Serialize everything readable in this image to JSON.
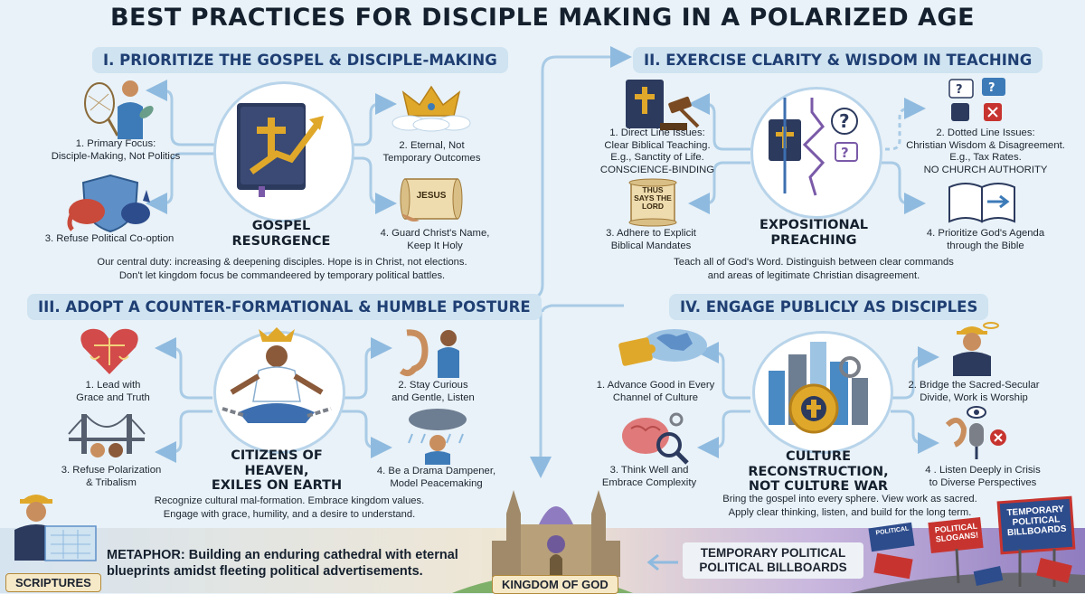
{
  "title": "BEST PRACTICES FOR DISCIPLE MAKING IN A POLARIZED AGE",
  "s1": {
    "heading": "I. PRIORITIZE THE GOSPEL & DISCIPLE-MAKING",
    "center": [
      "GOSPEL",
      "RESURGENCE"
    ],
    "items": [
      [
        "1. Primary Focus:",
        "Disciple-Making, Not Politics"
      ],
      [
        "2. Eternal, Not",
        "Temporary Outcomes"
      ],
      [
        "3. Refuse Political Co-option"
      ],
      [
        "4. Guard Christ's Name,",
        "Keep It Holy"
      ]
    ],
    "summary": [
      "Our central duty: increasing & deepening disciples. Hope is in Christ, not elections.",
      "Don't let kingdom focus be commandeered by temporary political battles."
    ],
    "scroll_text": [
      "JESUS"
    ]
  },
  "s2": {
    "heading": "II. EXERCISE CLARITY & WISDOM IN TEACHING",
    "center": [
      "EXPOSITIONAL",
      "PREACHING"
    ],
    "items": [
      [
        "1. Direct Line Issues:",
        "Clear Biblical Teaching.",
        "E.g., Sanctity of Life.",
        "CONSCIENCE-BINDING"
      ],
      [
        "2. Dotted Line Issues:",
        "Christian Wisdom & Disagreement.",
        "E.g., Tax Rates.",
        "NO CHURCH AUTHORITY"
      ],
      [
        "3. Adhere to Explicit",
        "Biblical Mandates"
      ],
      [
        "4. Prioritize God's Agenda",
        "through the Bible"
      ]
    ],
    "summary": [
      "Teach all of God's Word. Distinguish between clear commands",
      "and areas of legitimate Christian disagreement."
    ],
    "scroll_text": [
      "THUS",
      "SAYS THE",
      "LORD"
    ]
  },
  "s3": {
    "heading": "III. ADOPT A COUNTER-FORMATIONAL & HUMBLE POSTURE",
    "center": [
      "CITIZENS OF HEAVEN,",
      "EXILES ON EARTH"
    ],
    "items": [
      [
        "1. Lead with",
        "Grace and Truth"
      ],
      [
        "2. Stay Curious",
        "and Gentle, Listen"
      ],
      [
        "3. Refuse Polarization",
        "& Tribalism"
      ],
      [
        "4. Be a Drama Dampener,",
        "Model Peacemaking"
      ]
    ],
    "summary": [
      "Recognize cultural mal-formation. Embrace kingdom values.",
      "Engage with grace, humility, and a desire to understand."
    ]
  },
  "s4": {
    "heading": "IV. ENGAGE PUBLICLY AS DISCIPLES",
    "center": [
      "CULTURE RECONSTRUCTION,",
      "NOT CULTURE WAR"
    ],
    "items": [
      [
        "1. Advance Good in Every",
        "Channel of Culture"
      ],
      [
        "2. Bridge the Sacred-Secular",
        "Divide, Work is Worship"
      ],
      [
        "3. Think Well and",
        "Embrace Complexity"
      ],
      [
        "4 . Listen Deeply in Crisis",
        "to Diverse Perspectives"
      ]
    ],
    "summary": [
      "Bring the gospel into every sphere. View work as sacred.",
      "Apply clear thinking, listen, and build for the long term."
    ]
  },
  "footer": {
    "metaphor": [
      "METAPHOR: Building an enduring cathedral with eternal",
      "blueprints amidst fleeting political advertisements."
    ],
    "scriptures": "SCRIPTURES",
    "kingdom": "KINGDOM OF GOD",
    "billboard_banner": [
      "TEMPORARY POLITICAL",
      "POLITICAL BILLBOARDS"
    ],
    "signs": [
      "POLITICAL",
      "POLITICAL",
      "SLOGANS!",
      "TEMPORARY",
      "POLITICAL",
      "BILLBOARDS"
    ]
  },
  "colors": {
    "heading_bg": "#cfe3f1",
    "heading_text": "#1f3f73",
    "arrow": "#a9cbe6",
    "gold": "#e0a82a",
    "navy": "#25345a",
    "purple": "#7a5aa8",
    "red_sign": "#c7342f"
  },
  "icons": [
    "fisherman-icon",
    "crown-icon",
    "elephant-donkey-shield-icon",
    "scroll-icon",
    "bible-growth-icon",
    "bible-gavel-icon",
    "question-marks-icon",
    "open-bible-icon",
    "heart-scales-icon",
    "ear-listening-icon",
    "bridge-icon",
    "storm-cloud-icon",
    "meditating-person-icon",
    "puzzle-globe-icon",
    "construction-worker-icon",
    "brain-gears-icon",
    "microphone-ear-icon",
    "city-gear-icon",
    "cathedral-icon",
    "billboards-icon"
  ]
}
